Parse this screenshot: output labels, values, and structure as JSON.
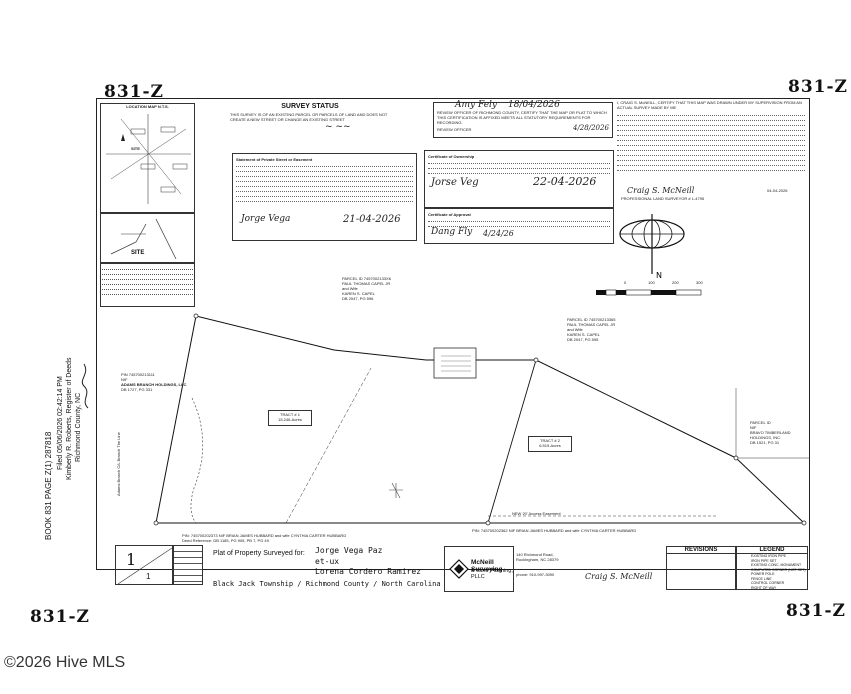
{
  "corner_marks": {
    "top_left": "831-Z",
    "top_right": "831-Z",
    "bottom_left": "831-Z",
    "bottom_right": "831-Z"
  },
  "recording_stamp": {
    "book_line": "BOOK 831 PAGE Z(1) 287818",
    "filed_line": "Filed 05/06/2026 02:42:14 PM",
    "register_line": "Kimberly R. Roberts, Register of Deeds",
    "county_line": "Richmond County, NC"
  },
  "survey_status": {
    "title": "SURVEY STATUS",
    "text": "THIS SURVEY IS OF AN EXISTING PARCEL OR PARCELS OF LAND AND DOES NOT CREATE A NEW STREET OR CHANGE AN EXISTING STREET"
  },
  "review_officer": {
    "text": "REVIEW OFFICER OF RICHMOND COUNTY, CERTIFY THAT THE MAP OR PLAT TO WHICH THIS CERTIFICATION IS AFFIXED MEETS ALL STATUTORY REQUIREMENTS FOR RECORDING.",
    "name_sig": "Amy Fely",
    "date": "18/04/2026",
    "label": "REVIEW OFFICER",
    "date2": "4/28/2026"
  },
  "surveyor_cert": {
    "title": "I, CRAIG S. McNEILL, CERTIFY THAT THIS MAP WAS DRAWN UNDER MY SUPERVISION FROM AN ACTUAL SURVEY MADE BY ME",
    "date": "04-04-2026",
    "label": "PROFESSIONAL LAND SURVEYOR # L-4795"
  },
  "ownership": {
    "title": "Certificate of Ownership",
    "date": "22-04-2026"
  },
  "approval": {
    "title": "Certificate of Approval",
    "date": "4/24/26"
  },
  "private_streets": {
    "title": "Statement of Private Street or Easement",
    "date": "21-04-2026"
  },
  "location_map": {
    "title": "LOCATION MAP  N.T.S.",
    "site_label": "SITE",
    "north": "N"
  },
  "street_map": {
    "site_label": "SITE"
  },
  "parcels": {
    "north": {
      "line1": "PARCEL ID 7457002133X6",
      "line2": "PAUL THOMAS CAPEL JR",
      "line3": "and Wife",
      "line4": "KAREN S. CAPEL",
      "line5": "DB 2047, PG 596"
    },
    "north_east": {
      "line1": "PARCEL ID 745700213365",
      "line2": "PAUL THOMAS CAPEL JR",
      "line3": "and Wife",
      "line4": "KAREN S. CAPEL",
      "line5": "DB 2047, PG 595"
    },
    "west": {
      "line1": "PIN 745700213111",
      "line2": "NIF",
      "line3": "ADAMS BRANCH HOLDINGS, LLC",
      "line4": "DB 1727, PG 331"
    },
    "east": {
      "line1": "PARCEL ID",
      "line2": "NIF",
      "line3": "BRAVO TIMBERLAND",
      "line4": "HOLDINGS, INC.",
      "line5": "DB 1521, PG 31"
    },
    "south": {
      "line1": "PIN: 745700202373 NIF BRIAN JAMES HUBBARD and wife CYNTHIA CARTER HUBBARD",
      "line2": "Deed Reference: DB 1185, PG 905, PB 7, PG 49",
      "line3": "PIN: 745700202362 NIF BRIAN JAMES HUBBARD and wife CYNTHIA CARTER HUBBARD"
    }
  },
  "tracts": [
    {
      "name": "TRACT # 1",
      "area": "15.246-Acres"
    },
    {
      "name": "TRACT # 2",
      "area": "6.519-Acres"
    }
  ],
  "road_labels": {
    "creek": "Adams Branch C/L Branch The Line",
    "easement": "NEW 20' Access Easement"
  },
  "scale": {
    "ticks": [
      "0",
      "100",
      "200",
      "300"
    ]
  },
  "title_block": {
    "sheet": "1",
    "sheet_of": "1",
    "plat_of": "Plat of Property Surveyed for:",
    "owner1": "Jorge Vega Paz",
    "owner2": "et-ux",
    "owner3": "Lorena Cordero Ramirez",
    "location": "Black Jack Township / Richmond County / North Carolina",
    "firm_line1": "McNeill Surveying",
    "firm_line2": "& Land Planning, PLLC",
    "firm_address": "140 Richmond Road, Rockingham, NC 28379",
    "firm_phone": "phone: 910-997-3090",
    "revisions_title": "REVISIONS",
    "legend_title": "LEGEND",
    "legend_items": [
      "EXISTING IRON PIPE",
      "IRON PIPE SET",
      "EXISTING CONC. MONUMENT",
      "COMPUTED CORNER (NOT SET)",
      "POWER POLE",
      "FENCE LINE",
      "CONTROL CORNER",
      "RIGHT OF WAY"
    ]
  },
  "watermark": "©2026 Hive MLS"
}
